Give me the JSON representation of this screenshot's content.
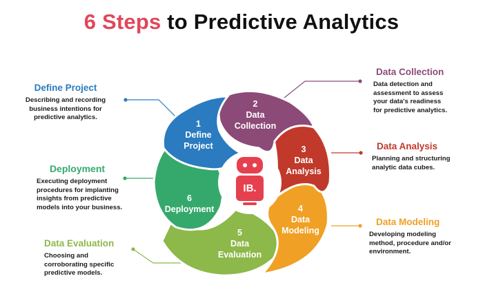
{
  "title": {
    "accent": "6 Steps",
    "rest": " to Predictive Analytics"
  },
  "colors": {
    "title_accent": "#e0475a",
    "define_project": "#2a7bbf",
    "data_collection": "#8c4a78",
    "data_analysis": "#c0392b",
    "data_modeling": "#f0a024",
    "data_evaluation": "#8db84a",
    "deployment": "#35a96c",
    "logo": "#e6404f"
  },
  "logo": {
    "text": "IB."
  },
  "segments": [
    {
      "number": "1",
      "line1": "Define",
      "line2": "Project"
    },
    {
      "number": "2",
      "line1": "Data",
      "line2": "Collection"
    },
    {
      "number": "3",
      "line1": "Data",
      "line2": "Analysis"
    },
    {
      "number": "4",
      "line1": "Data",
      "line2": "Modeling"
    },
    {
      "number": "5",
      "line1": "Data",
      "line2": "Evaluation"
    },
    {
      "number": "6",
      "line1": "Deployment",
      "line2": ""
    }
  ],
  "callouts": {
    "define_project": {
      "heading": "Define  Project",
      "desc": [
        "Describing and recording",
        "business intentions for",
        "predictive analytics."
      ]
    },
    "deployment": {
      "heading": "Deployment",
      "desc": [
        "Executing deployment",
        "procedures for implanting",
        "insights from predictive",
        "models into your business."
      ]
    },
    "data_evaluation": {
      "heading": "Data Evaluation",
      "desc": [
        "Choosing and",
        "corroborating specific",
        "predictive models."
      ]
    },
    "data_collection": {
      "heading": "Data Collection",
      "desc": [
        "Data detection and",
        "assessment to assess",
        "your data's readiness",
        "for predictive analytics."
      ]
    },
    "data_analysis": {
      "heading": "Data Analysis",
      "desc": [
        "Planning and structuring",
        "analytic data cubes."
      ]
    },
    "data_modeling": {
      "heading": "Data Modeling",
      "desc": [
        "Developing modeling",
        "method, procedure and/or",
        "environment."
      ]
    }
  }
}
